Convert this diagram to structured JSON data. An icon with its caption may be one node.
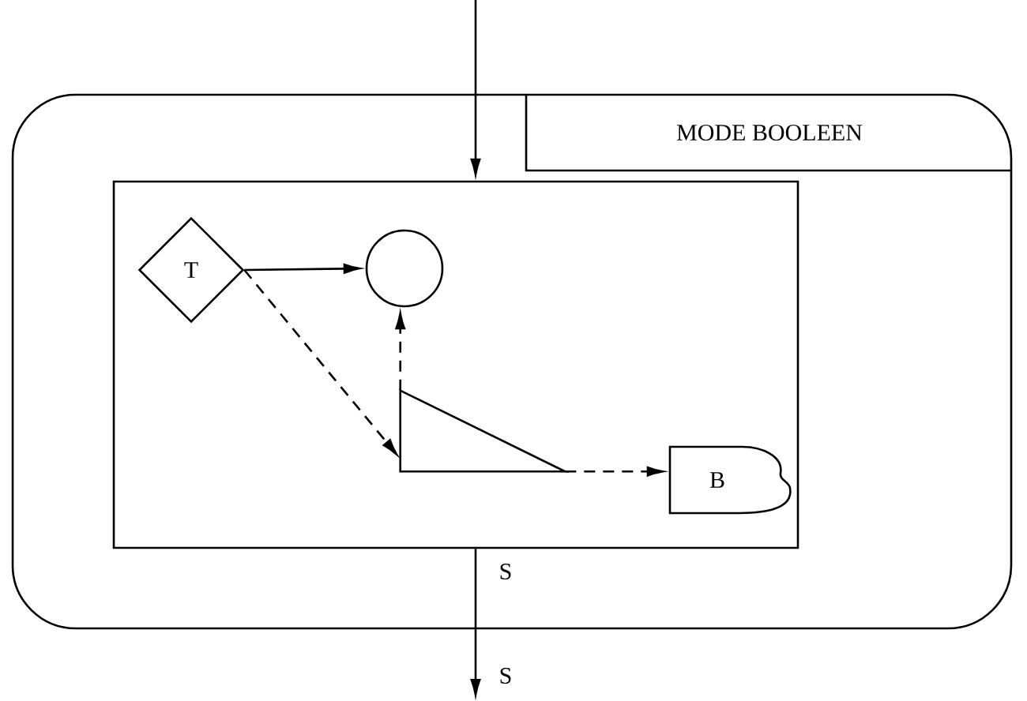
{
  "diagram": {
    "nodes": [
      {
        "text": [
          "MODE BOOLEEN"
        ]
      },
      {
        "text": [],
        "shape": "box",
        "in": 0
      },
      {
        "text": [
          "T"
        ],
        "in": 1
      },
      {
        "text": [],
        "shape": "circle",
        "in": 1
      },
      {
        "text": [],
        "shape": "triangle",
        "in": 1
      },
      {
        "text": [
          "B"
        ],
        "in": 1
      }
    ],
    "edges": [
      {
        "from": null,
        "to": 1,
        "arrow": "to"
      },
      {
        "from": 2,
        "to": 3,
        "arrow": "to"
      },
      {
        "from": 2,
        "to": 4,
        "arrow": "to",
        "style": "dashed"
      },
      {
        "from": 4,
        "to": 3,
        "arrow": "to",
        "style": "dashed"
      },
      {
        "from": 4,
        "to": 5,
        "arrow": "to",
        "style": "dashed"
      },
      {
        "from": 1,
        "to": 0,
        "arrow": "none",
        "label": "S"
      },
      {
        "from": 0,
        "to": null,
        "arrow": "to",
        "label": "S"
      }
    ]
  }
}
